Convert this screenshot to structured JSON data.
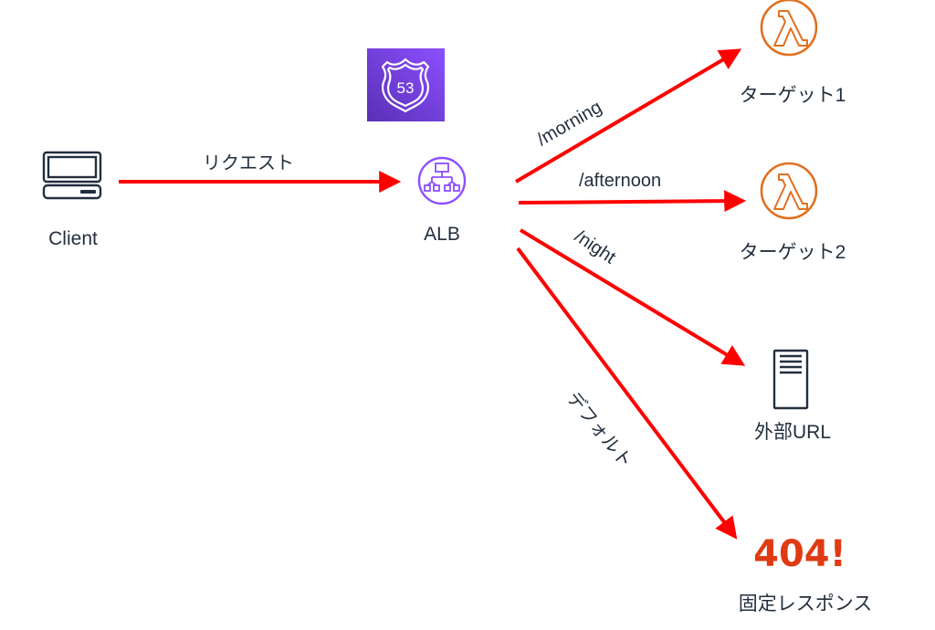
{
  "colors": {
    "arrow": "#ff0000",
    "text": "#232f3e",
    "route53_top": "#8c4fff",
    "route53_bottom": "#5a30b5",
    "alb": "#8c4fff",
    "lambda": "#e07020",
    "server": "#232f3e",
    "error": "#e03a12"
  },
  "nodes": {
    "route53": {
      "label": "",
      "icon": "route53-shield-icon",
      "badge": "53"
    },
    "client": {
      "label": "Client",
      "icon": "desktop-computer-icon"
    },
    "alb": {
      "label": "ALB",
      "icon": "load-balancer-hierarchy-icon"
    },
    "target1": {
      "label": "ターゲット1",
      "icon": "lambda-icon"
    },
    "target2": {
      "label": "ターゲット2",
      "icon": "lambda-icon"
    },
    "external": {
      "label": "外部URL",
      "icon": "server-document-icon"
    },
    "fixed": {
      "label": "固定レスポンス",
      "icon": "error-404-icon",
      "badge": "404!"
    }
  },
  "edges": {
    "request": {
      "label": "リクエスト",
      "from": "client",
      "to": "alb"
    },
    "morning": {
      "label": "/morning",
      "from": "alb",
      "to": "target1"
    },
    "afternoon": {
      "label": "/afternoon",
      "from": "alb",
      "to": "target2"
    },
    "night": {
      "label": "/night",
      "from": "alb",
      "to": "external"
    },
    "default": {
      "label": "デフォルト",
      "from": "alb",
      "to": "fixed"
    }
  }
}
